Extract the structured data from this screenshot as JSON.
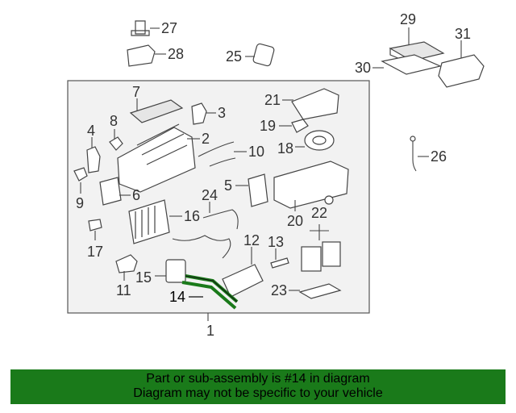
{
  "diagram": {
    "highlighted_part": "14",
    "callouts": [
      "1",
      "2",
      "3",
      "4",
      "5",
      "6",
      "7",
      "8",
      "9",
      "10",
      "11",
      "12",
      "13",
      "14",
      "15",
      "16",
      "17",
      "18",
      "19",
      "20",
      "21",
      "22",
      "23",
      "24",
      "25",
      "26",
      "27",
      "28",
      "29",
      "30",
      "31"
    ]
  },
  "colors": {
    "banner": "#1a7a1a",
    "highlight": "#1a7a1a"
  },
  "banner": {
    "line1": "Part or sub-assembly is #14 in diagram",
    "line2": "Diagram may not be specific to your vehicle"
  }
}
